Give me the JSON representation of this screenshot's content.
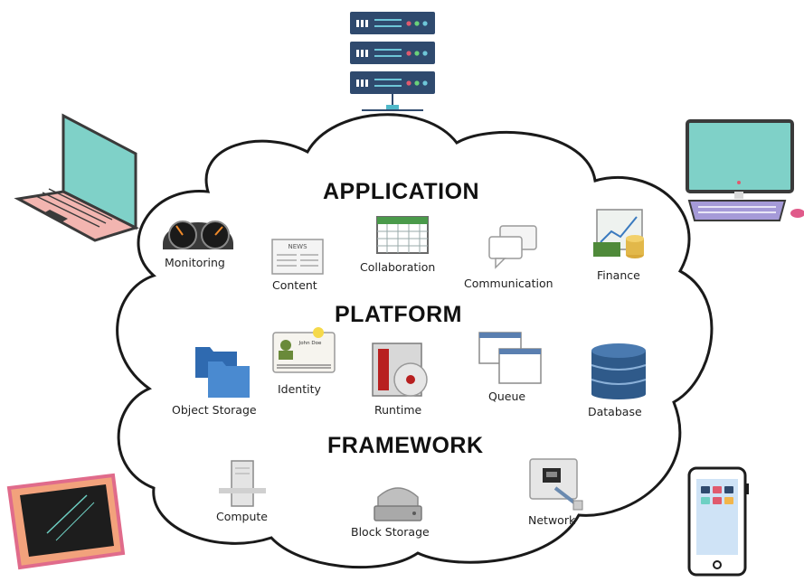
{
  "layers": {
    "application": "APPLICATION",
    "platform": "PLATFORM",
    "framework": "FRAMEWORK"
  },
  "services": {
    "monitoring": "Monitoring",
    "content": "Content",
    "collaboration": "Collaboration",
    "communication": "Communication",
    "finance": "Finance",
    "identity": "Identity",
    "object_storage": "Object Storage",
    "runtime": "Runtime",
    "queue": "Queue",
    "database": "Database",
    "compute": "Compute",
    "block_storage": "Block Storage",
    "network": "Network"
  },
  "icon_text": {
    "news": "NEWS",
    "john_doe": "John Doe"
  },
  "colors": {
    "cloud_outline": "#1a1a1a",
    "server": "#2f4a6e",
    "laptop_screen": "#7fd1c8",
    "laptop_body": "#f2b5b0",
    "tablet_frame": "#f2a27c",
    "phone_screen": "#cfe3f6"
  }
}
